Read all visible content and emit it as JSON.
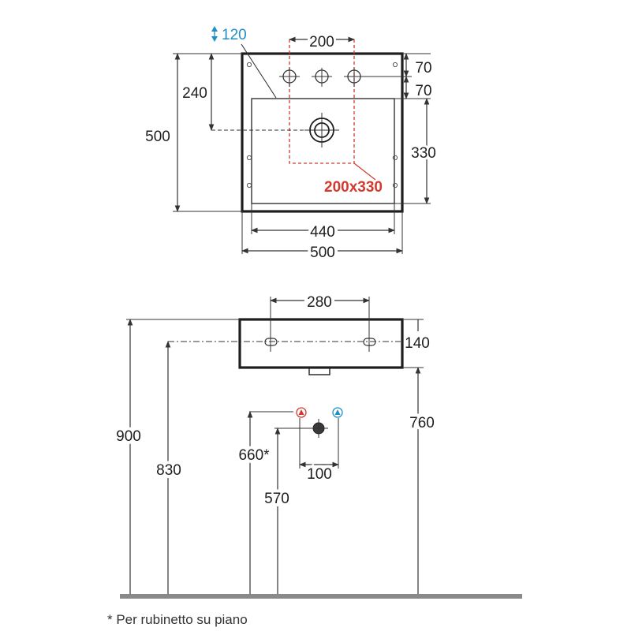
{
  "plan_view": {
    "tap_spacing": "200",
    "height_min": "120",
    "depth_to_drain": "240",
    "total_depth": "500",
    "top_offset": "70",
    "tap_offset": "70",
    "basin_depth": "330",
    "tap_zone": "200x330",
    "inner_width": "440",
    "total_width": "500"
  },
  "front_view": {
    "bolt_spacing": "280",
    "basin_height": "140",
    "top_height": "900",
    "fixing_height": "830",
    "tap_outlet_height": "660*",
    "drain_height": "570",
    "outlet_spacing": "100",
    "bottom_height": "760"
  },
  "colors": {
    "hot": "#d23a2e",
    "cold": "#1f8fc5",
    "outline": "#1e1e1e",
    "floor": "#8a8a8a"
  },
  "footnote": "* Per rubinetto su piano"
}
